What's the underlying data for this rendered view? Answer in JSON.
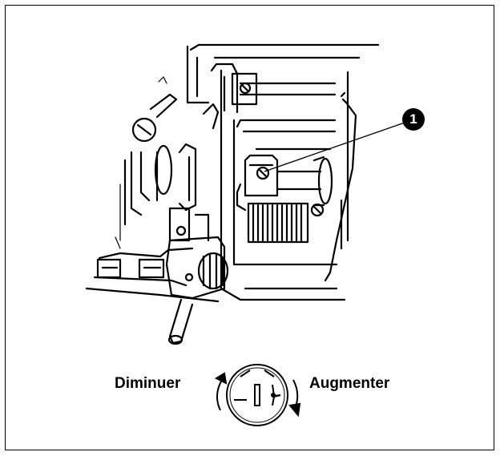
{
  "diagram": {
    "callout_number": "1",
    "label_decrease": "Diminuer",
    "label_increase": "Augmenter"
  },
  "colors": {
    "line": "#000000",
    "background": "#ffffff"
  },
  "icons": [
    "adjustment-dial-icon",
    "rotate-left-arrow-icon",
    "rotate-right-arrow-icon",
    "callout-marker-icon"
  ]
}
